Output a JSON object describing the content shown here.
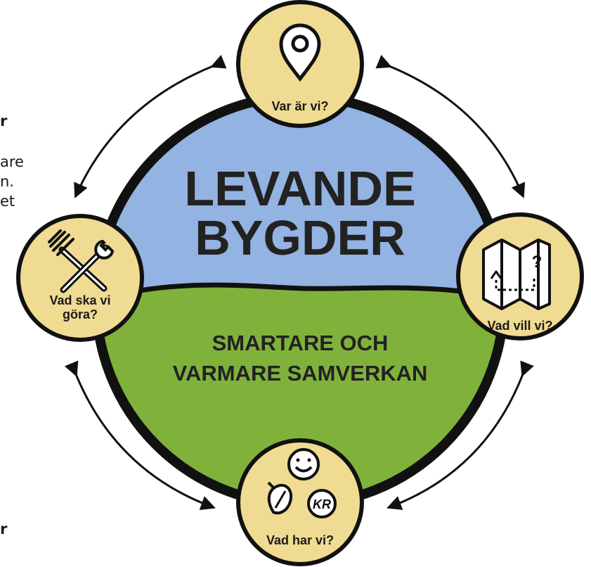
{
  "colors": {
    "top_half": "#93b3e2",
    "bottom_half": "#80b23b",
    "node_fill": "#f0db92",
    "outline": "#111111"
  },
  "side_text": {
    "line1": "r",
    "line2": "are",
    "line3": "n.",
    "line4": "et",
    "line5": "r"
  },
  "center": {
    "title_line1": "LEVANDE",
    "title_line2": "BYGDER",
    "subtitle_line1": "SMARTARE OCH",
    "subtitle_line2": "VARMARE SAMVERKAN"
  },
  "nodes": [
    {
      "id": "top",
      "label_lines": [
        "Var är vi?"
      ],
      "icon": "map-pin-icon"
    },
    {
      "id": "right",
      "label_lines": [
        "Vad vill vi?"
      ],
      "icon": "folded-map-icon"
    },
    {
      "id": "bottom",
      "label_lines": [
        "Vad har vi?"
      ],
      "icon": "smiley-leaf-money-icon",
      "money_text": "KR"
    },
    {
      "id": "left",
      "label_lines": [
        "Vad ska vi",
        "göra?"
      ],
      "icon": "rake-wrench-icon"
    }
  ]
}
